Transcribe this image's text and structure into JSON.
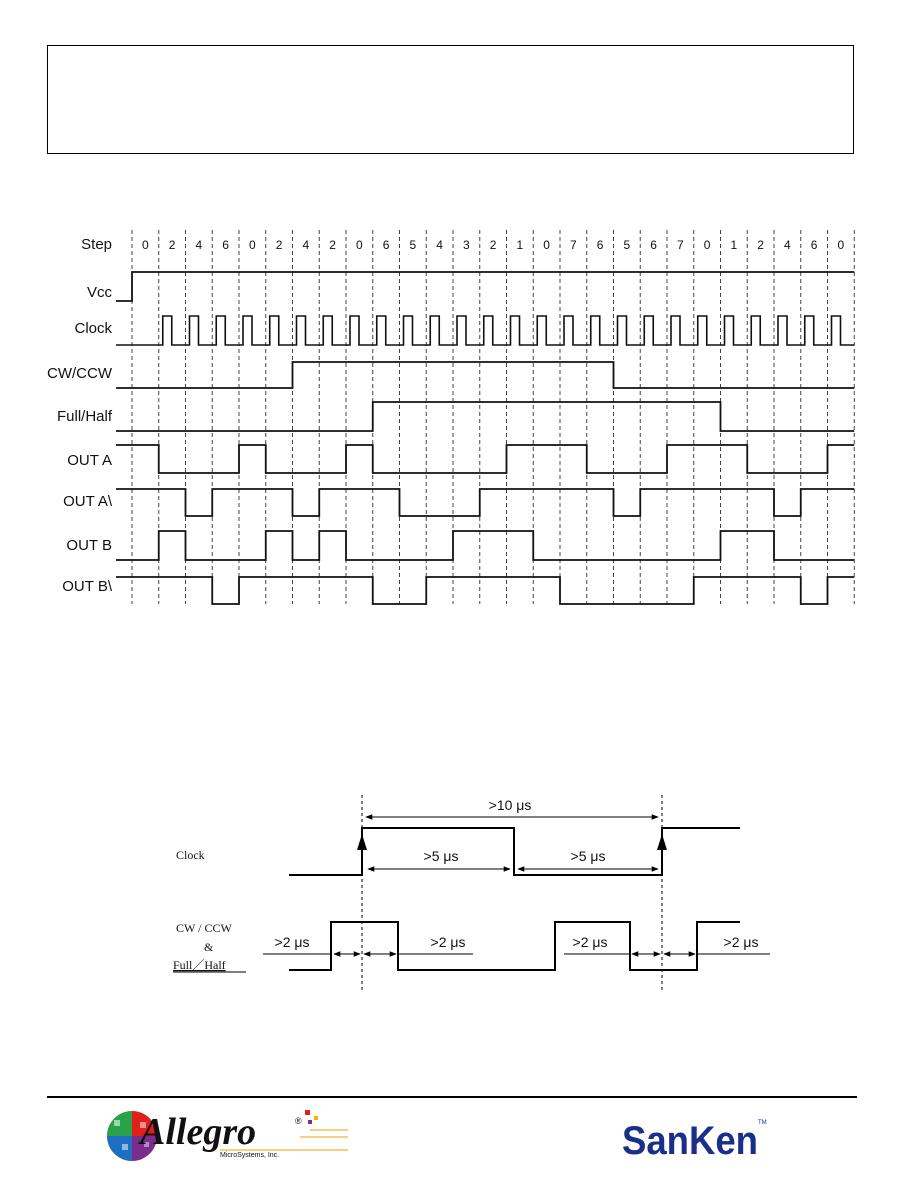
{
  "header_box": {},
  "waveform": {
    "step_label": "Step",
    "steps": [
      "0",
      "2",
      "4",
      "6",
      "0",
      "2",
      "4",
      "2",
      "0",
      "6",
      "5",
      "4",
      "3",
      "2",
      "1",
      "0",
      "7",
      "6",
      "5",
      "6",
      "7",
      "0",
      "1",
      "2",
      "4",
      "6",
      "0"
    ],
    "signals": [
      "Vcc",
      "Clock",
      "CW/CCW",
      "Full/Half",
      "OUT A",
      "OUT A\\",
      "OUT B",
      "OUT B\\"
    ]
  },
  "timing": {
    "clock_label": "Clock",
    "control_label_1": "CW / CCW",
    "control_label_2": "&",
    "control_label_3": "Full／Half",
    "period": ">10 μs",
    "high_time": ">5 μs",
    "low_time": ">5 μs",
    "setup_1": ">2 μs",
    "hold_1": ">2 μs",
    "setup_2": ">2 μs",
    "hold_2": ">2 μs"
  },
  "footer": {
    "logo_left": "Allegro",
    "logo_left_sub": "MicroSystems, Inc.",
    "logo_right": "SanKen",
    "logo_right_tm": "TM"
  }
}
